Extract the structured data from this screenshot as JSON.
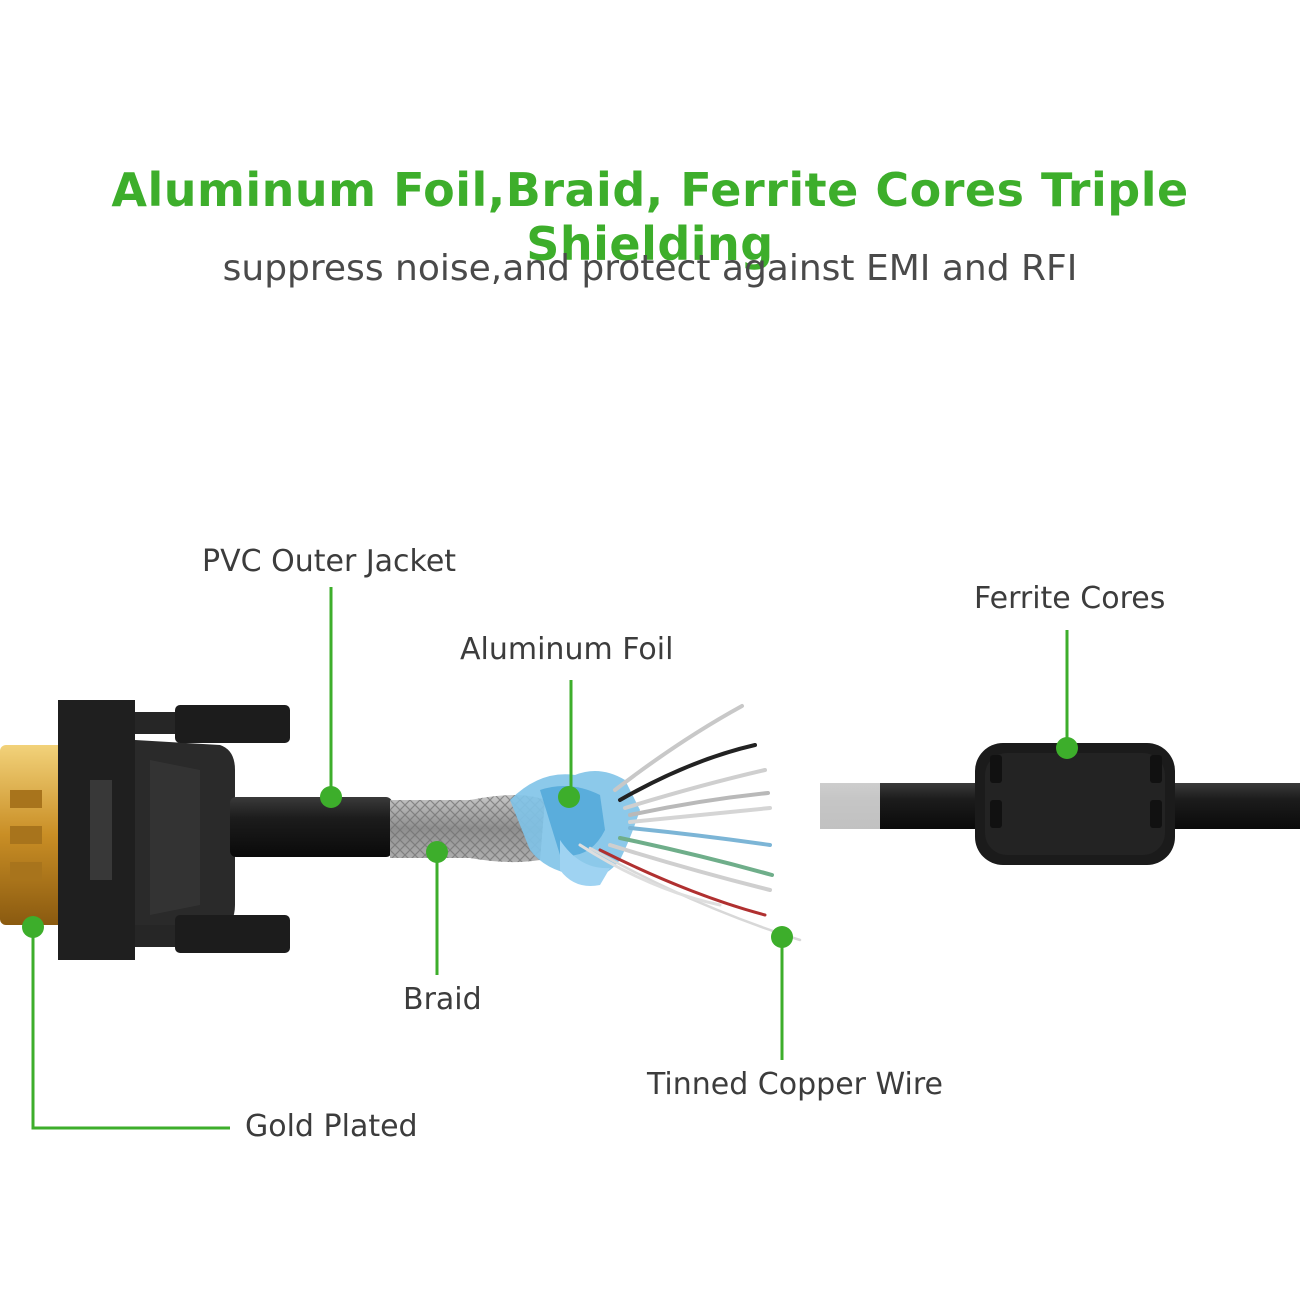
{
  "heading": {
    "title": "Aluminum Foil,Braid, Ferrite Cores Triple Shielding",
    "subtitle": "suppress noise,and protect against EMI and RFI"
  },
  "callouts": {
    "pvc_outer_jacket": "PVC Outer Jacket",
    "aluminum_foil": "Aluminum Foil",
    "ferrite_cores": "Ferrite Cores",
    "braid": "Braid",
    "tinned_copper_wire": "Tinned Copper Wire",
    "gold_plated": "Gold Plated"
  },
  "colors": {
    "accent": "#3dae2b",
    "label_text": "#3c3c3c",
    "cable": "#1a1a1a",
    "gold": "#d9a441"
  }
}
